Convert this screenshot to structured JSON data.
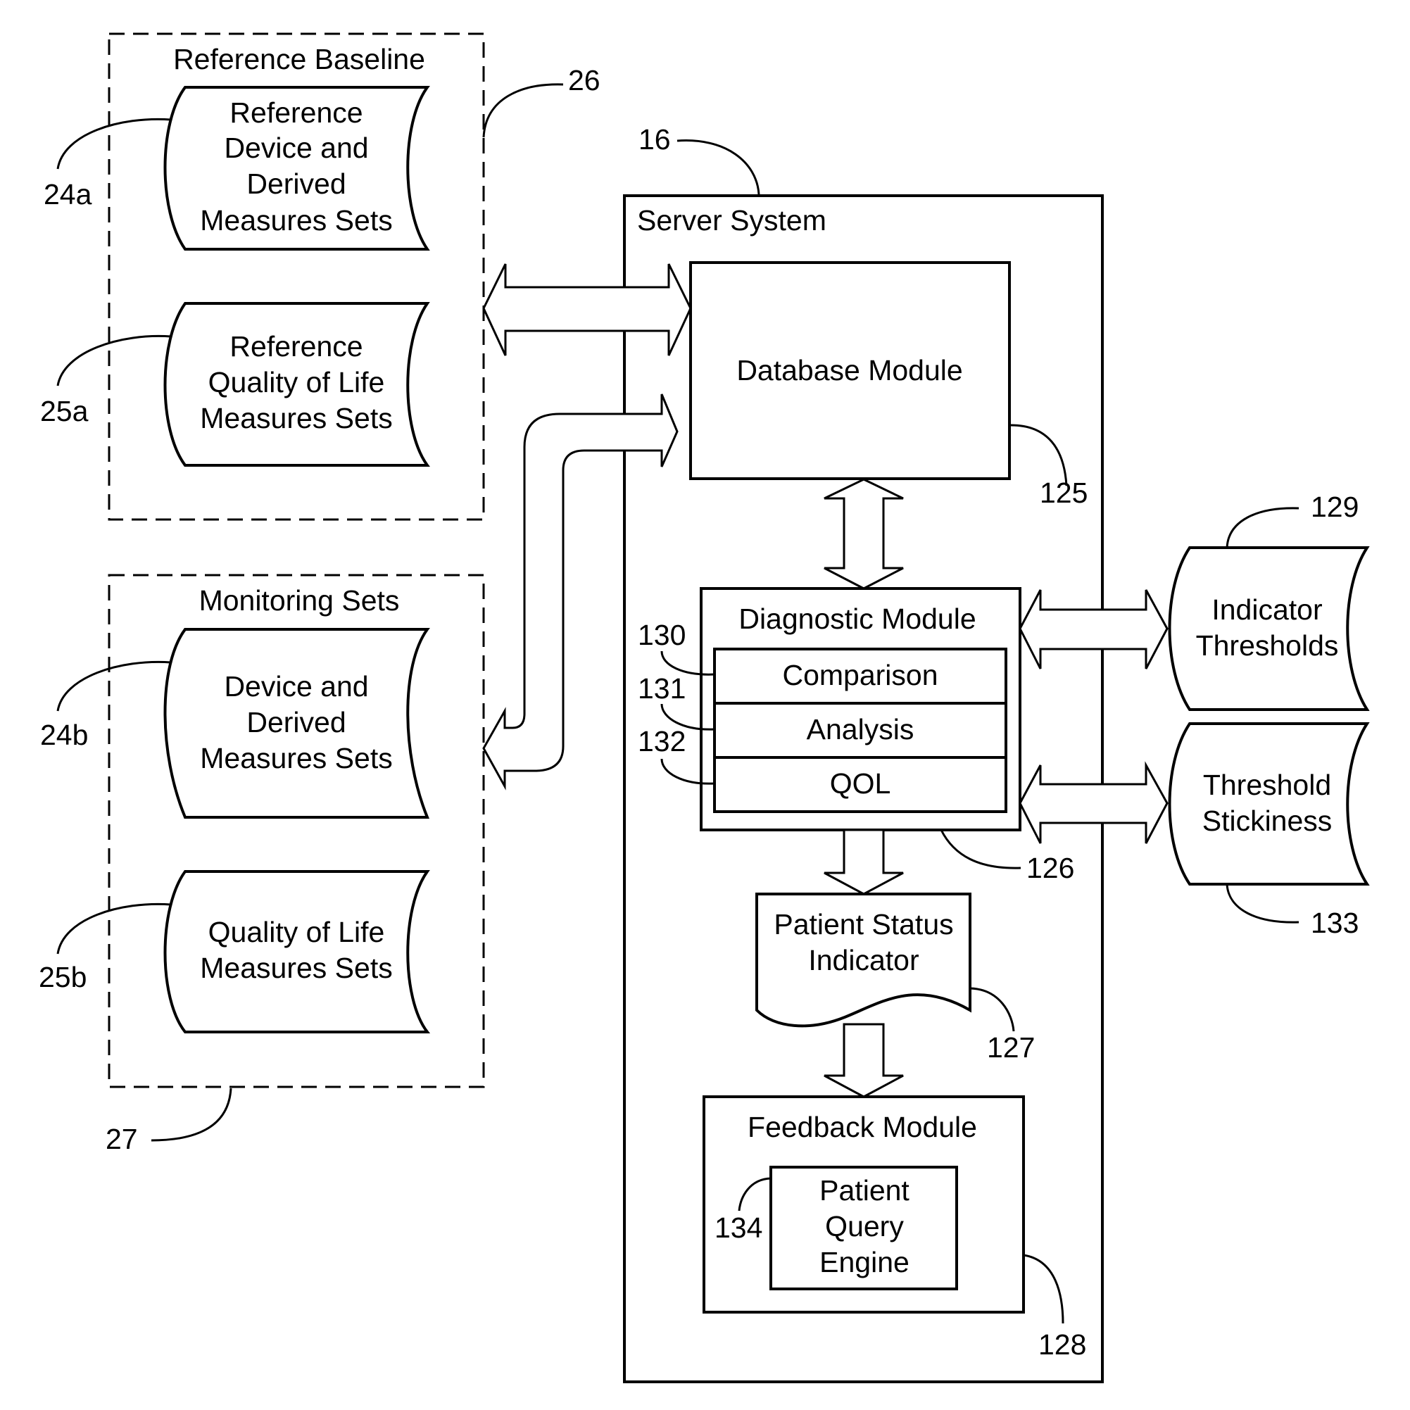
{
  "groups": {
    "reference_baseline": {
      "title": "Reference Baseline",
      "ref": "26"
    },
    "monitoring_sets": {
      "title": "Monitoring Sets",
      "ref": "27"
    }
  },
  "data_stores": {
    "ref_device": {
      "lines": [
        "Reference",
        "Device and",
        "Derived",
        "Measures Sets"
      ],
      "ref": "24a"
    },
    "ref_qol": {
      "lines": [
        "Reference",
        "Quality of Life",
        "Measures Sets"
      ],
      "ref": "25a"
    },
    "mon_device": {
      "lines": [
        "Device and",
        "Derived",
        "Measures Sets"
      ],
      "ref": "24b"
    },
    "mon_qol": {
      "lines": [
        "Quality of Life",
        "Measures Sets"
      ],
      "ref": "25b"
    },
    "indicator_thresholds": {
      "lines": [
        "Indicator",
        "Thresholds"
      ],
      "ref": "129"
    },
    "threshold_stickiness": {
      "lines": [
        "Threshold",
        "Stickiness"
      ],
      "ref": "133"
    }
  },
  "server": {
    "title": "Server System",
    "ref": "16",
    "database_module": {
      "label": "Database Module",
      "ref": "125"
    },
    "diagnostic_module": {
      "label": "Diagnostic Module",
      "ref": "126",
      "sub": [
        {
          "label": "Comparison",
          "ref": "130"
        },
        {
          "label": "Analysis",
          "ref": "131"
        },
        {
          "label": "QOL",
          "ref": "132"
        }
      ]
    },
    "patient_status_indicator": {
      "lines": [
        "Patient Status",
        "Indicator"
      ],
      "ref": "127"
    },
    "feedback_module": {
      "label": "Feedback Module",
      "ref": "128",
      "query_engine": {
        "lines": [
          "Patient",
          "Query",
          "Engine"
        ],
        "ref": "134"
      }
    }
  }
}
